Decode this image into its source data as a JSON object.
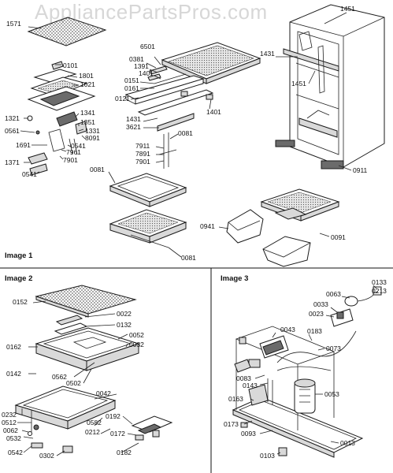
{
  "watermark": "AppliancePartsPros.com",
  "panels": [
    {
      "title": "Image 1"
    },
    {
      "title": "Image 2"
    },
    {
      "title": "Image 3"
    }
  ],
  "image1_callouts": [
    "1571",
    "1451",
    "1431",
    "1451",
    "6501",
    "0381",
    "1391",
    "1401",
    "0101",
    "1801",
    "1021",
    "0151",
    "0161",
    "0121",
    "1401",
    "1431",
    "3621",
    "1321",
    "1341",
    "1351",
    "1331",
    "0561",
    "8091",
    "1691",
    "0541",
    "7961",
    "7901",
    "1371",
    "0541",
    "0081",
    "7911",
    "7891",
    "7901",
    "0081",
    "0911",
    "0941",
    "0091",
    "0081"
  ],
  "image2_callouts": [
    "0152",
    "0022",
    "0132",
    "0052",
    "0032",
    "0162",
    "0562",
    "0142",
    "0502",
    "0042",
    "0232",
    "0512",
    "0062",
    "0532",
    "0582",
    "0212",
    "0192",
    "0172",
    "0542",
    "0302",
    "0182"
  ],
  "image3_callouts": [
    "0133",
    "0213",
    "0063",
    "0033",
    "0023",
    "0043",
    "0183",
    "0073",
    "0083",
    "0143",
    "0053",
    "0163",
    "0173",
    "0093",
    "0013",
    "0103"
  ]
}
